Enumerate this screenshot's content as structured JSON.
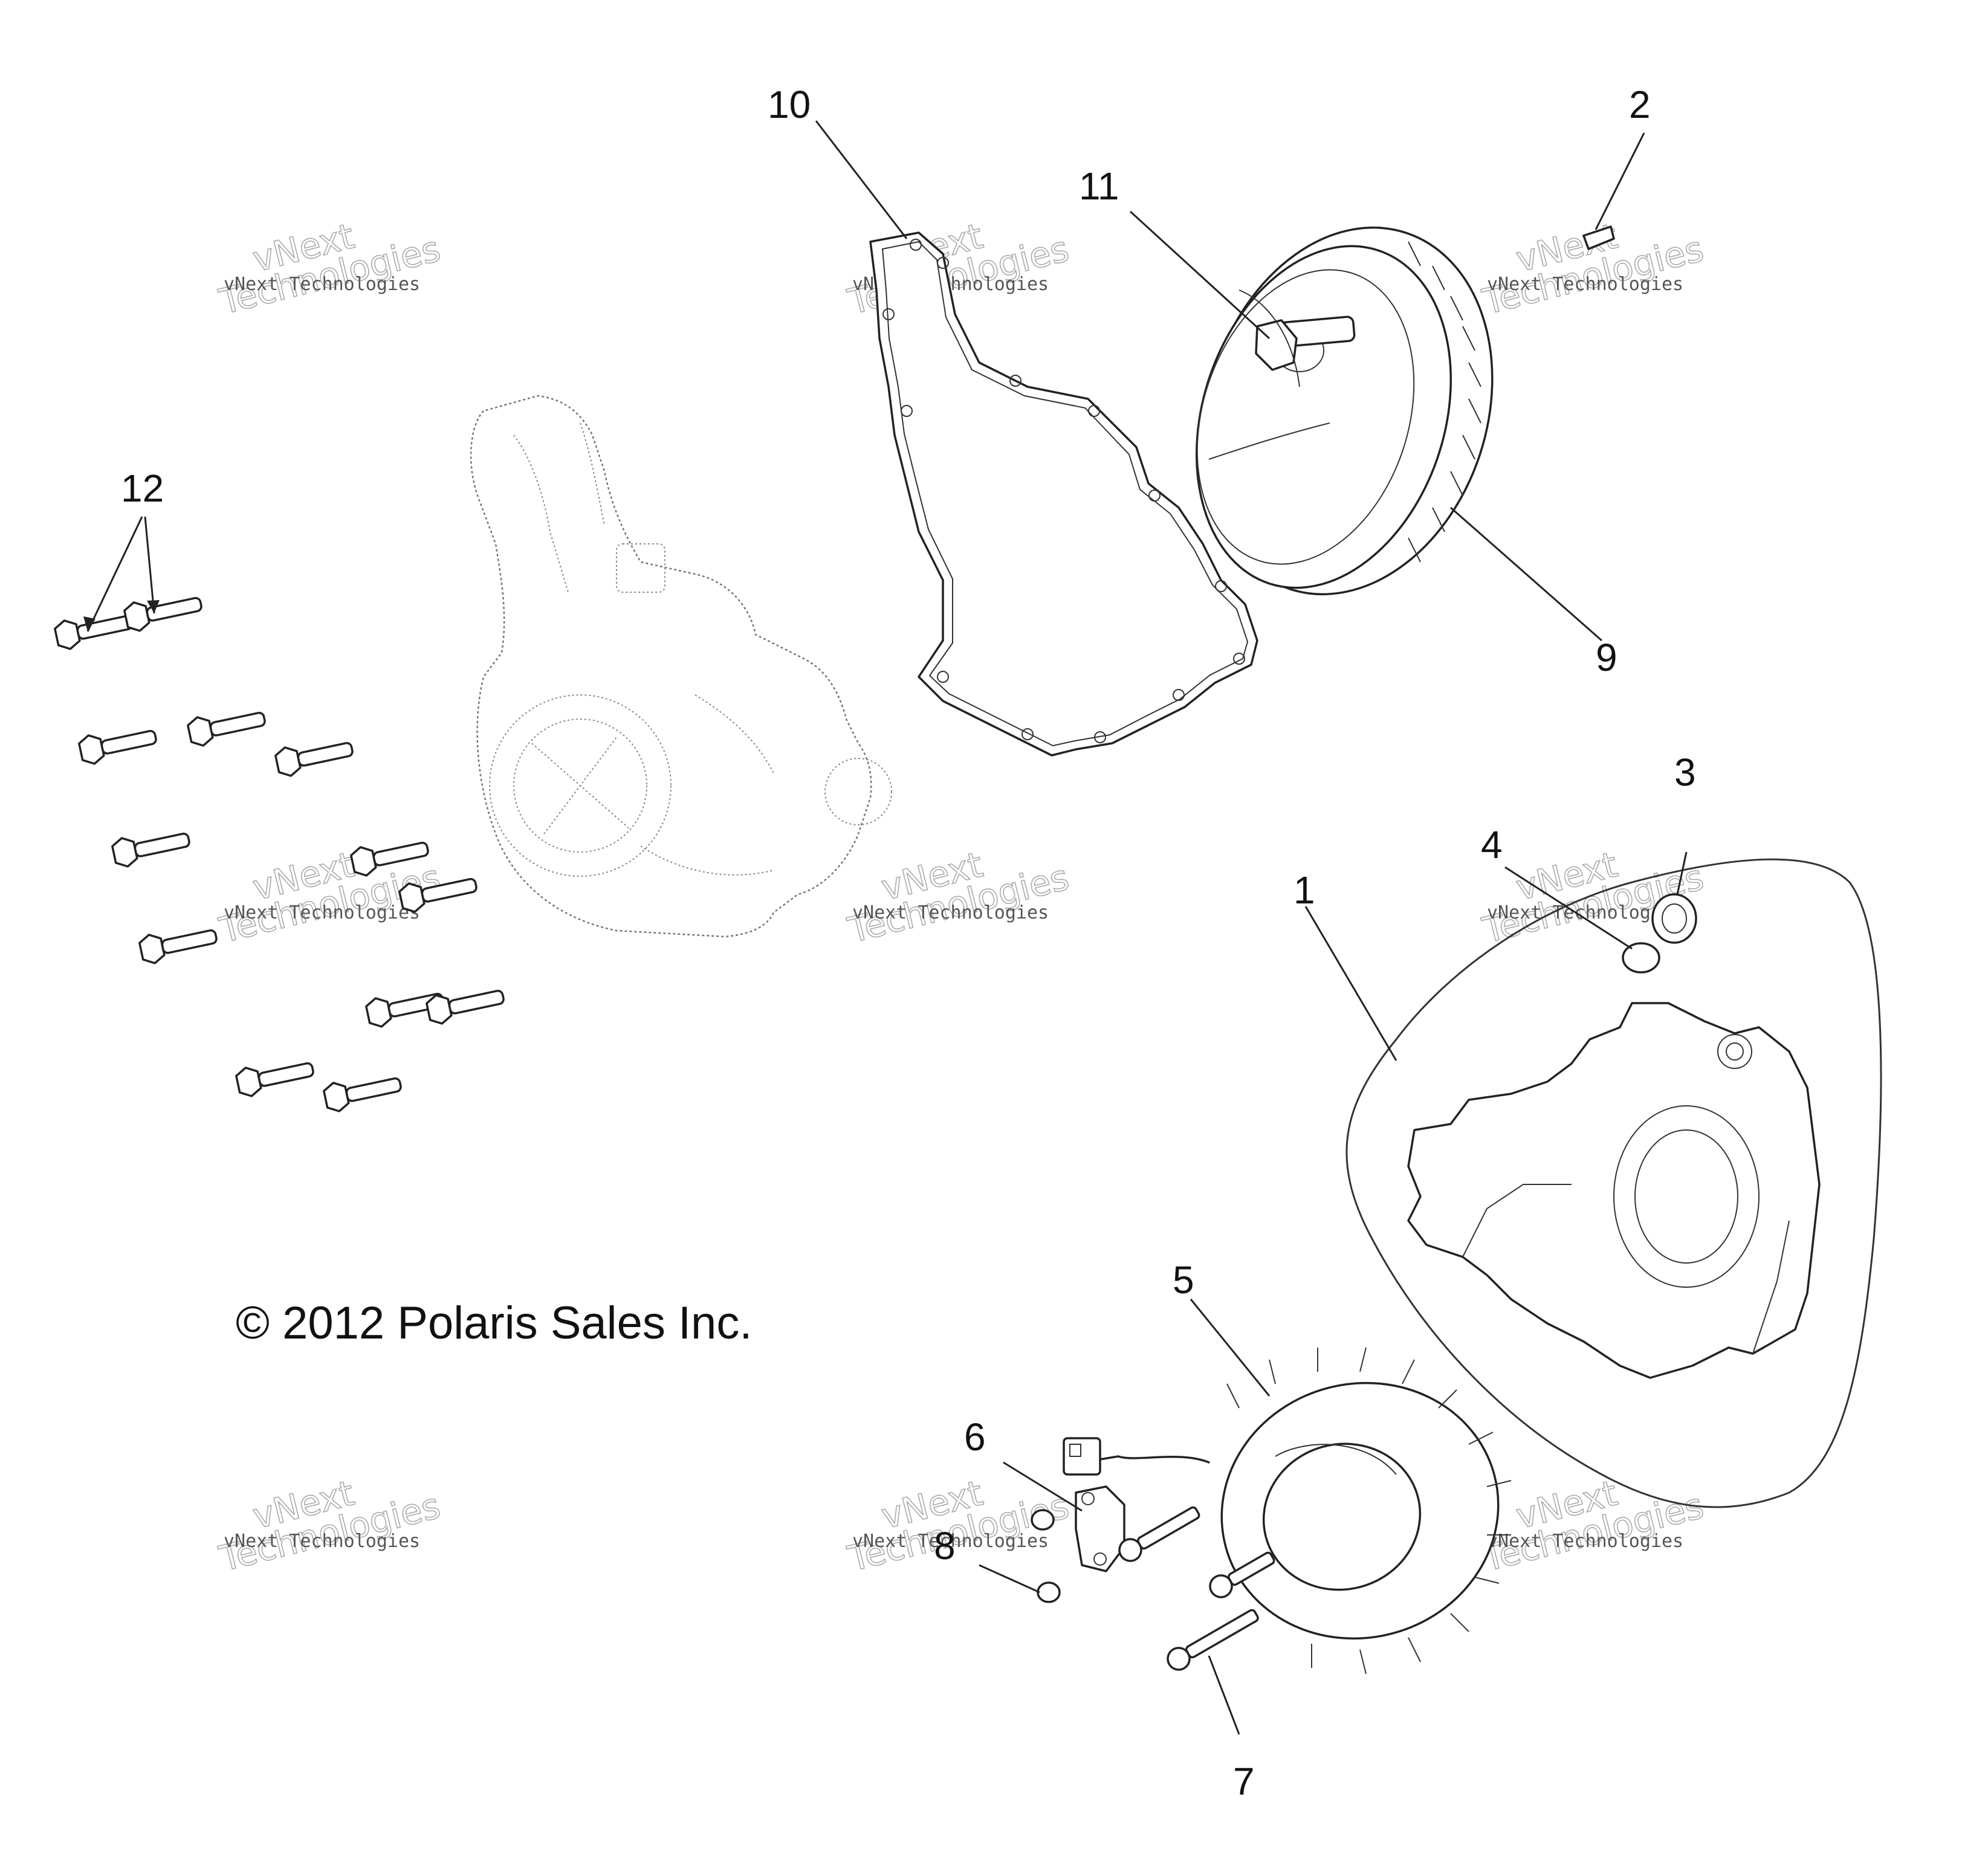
{
  "copyright": "© 2012 Polaris Sales Inc.",
  "watermark": {
    "line1": "vNext Technologies",
    "line2": "vNext",
    "line3": "Technologies"
  },
  "callouts": {
    "c1": "1",
    "c2": "2",
    "c3": "3",
    "c4": "4",
    "c5": "5",
    "c6": "6",
    "c7": "7",
    "c8": "8",
    "c9": "9",
    "c10": "10",
    "c11": "11",
    "c12": "12"
  }
}
